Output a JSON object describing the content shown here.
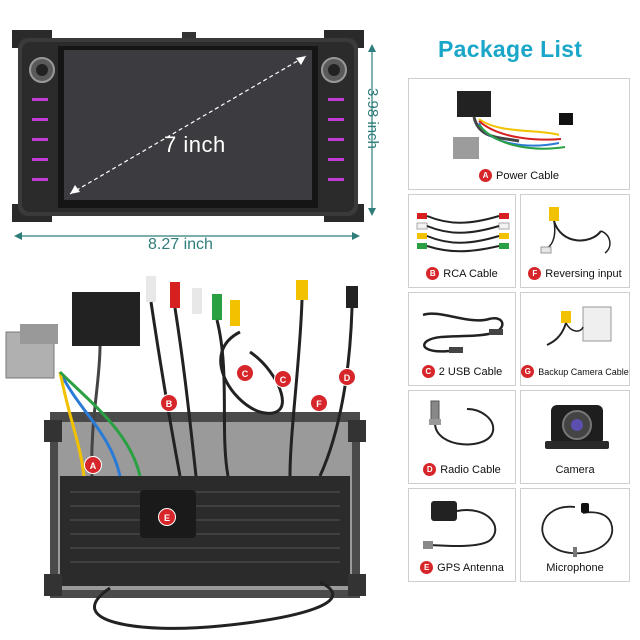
{
  "head_unit": {
    "screen_size_label": "7 inch",
    "width_label": "8.27 inch",
    "height_label": "3.98 inch"
  },
  "package": {
    "title": "Package List",
    "items": [
      {
        "badge": "A",
        "label": "Power Cable"
      },
      {
        "badge": "B",
        "label": "RCA Cable"
      },
      {
        "badge": "F",
        "label": "Reversing input"
      },
      {
        "badge": "C",
        "label": "2 USB Cable"
      },
      {
        "badge": "G",
        "label": "Backup Camera Cable"
      },
      {
        "badge": "D",
        "label": "Radio Cable"
      },
      {
        "badge": "",
        "label": "Camera"
      },
      {
        "badge": "E",
        "label": "GPS Antenna"
      },
      {
        "badge": "",
        "label": "Microphone"
      }
    ]
  },
  "kit_markers": [
    "A",
    "B",
    "C",
    "C",
    "F",
    "D",
    "E"
  ],
  "colors": {
    "title": "#1aa6c8",
    "dimension": "#2e7d7a",
    "badge": "#d6262a"
  }
}
